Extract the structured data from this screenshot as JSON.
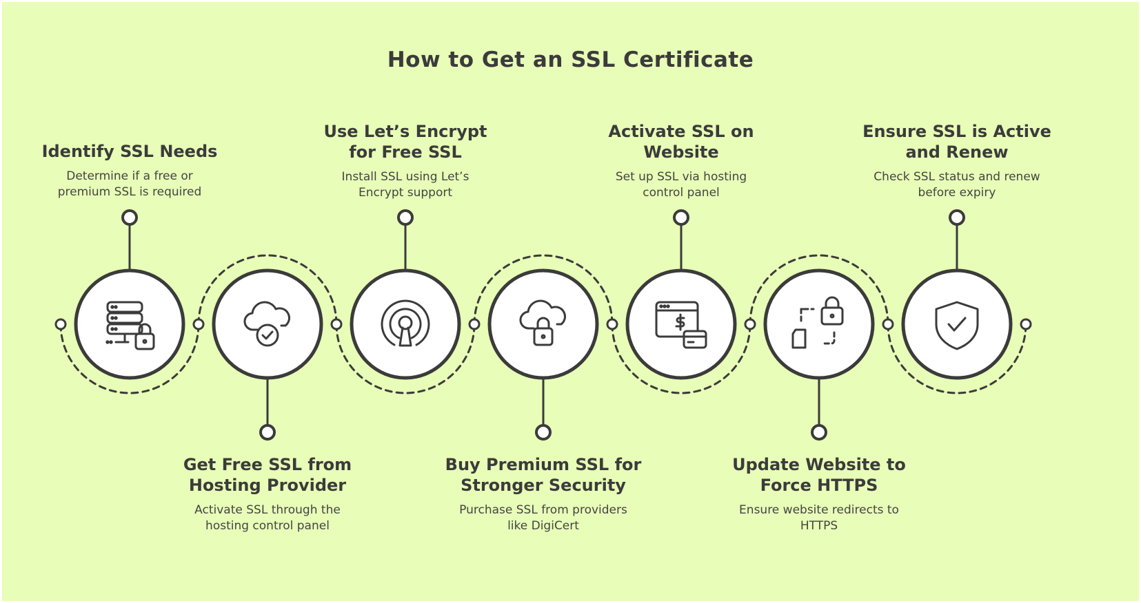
{
  "title": "How to Get an SSL Certificate",
  "steps": [
    {
      "title": "Identify SSL Needs",
      "description": "Determine if a free or\npremium SSL is required",
      "icon": "server-lock-icon",
      "position": "top"
    },
    {
      "title": "Get Free SSL from\nHosting Provider",
      "description": "Activate SSL through the\nhosting control panel",
      "icon": "cloud-check-icon",
      "position": "bottom"
    },
    {
      "title": "Use Let’s Encrypt\nfor Free SSL",
      "description": "Install SSL using Let’s\nEncrypt support",
      "icon": "keyhole-icon",
      "position": "top"
    },
    {
      "title": "Buy Premium SSL for\nStronger Security",
      "description": "Purchase SSL from providers\nlike DigiCert",
      "icon": "cloud-lock-icon",
      "position": "bottom"
    },
    {
      "title": "Activate SSL on\nWebsite",
      "description": "Set up SSL via hosting\ncontrol panel",
      "icon": "browser-payment-icon",
      "position": "top"
    },
    {
      "title": "Update Website to\nForce HTTPS",
      "description": "Ensure website redirects to\nHTTPS",
      "icon": "file-lock-transfer-icon",
      "position": "bottom"
    },
    {
      "title": "Ensure SSL is Active\nand Renew",
      "description": "Check SSL status and renew\nbefore expiry",
      "icon": "shield-check-icon",
      "position": "top"
    }
  ],
  "colors": {
    "background": "#e8fdb7",
    "stroke": "#3b3b3b",
    "circle_fill": "#ffffff"
  }
}
